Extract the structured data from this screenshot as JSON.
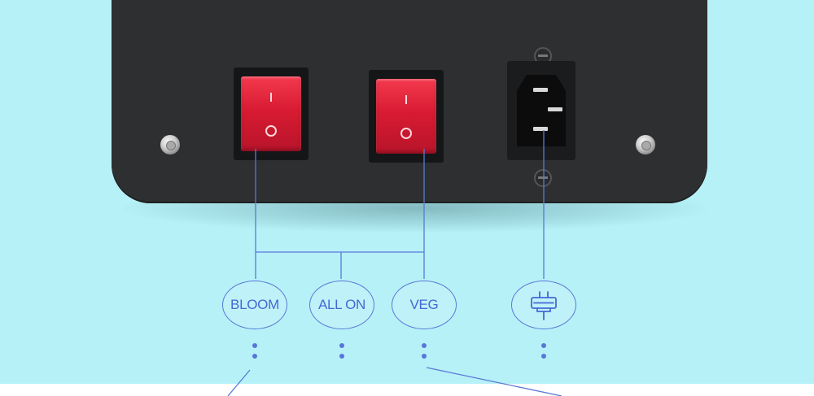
{
  "controls": {
    "switches": [
      {
        "top_symbol": "I",
        "bottom_symbol": "O"
      },
      {
        "top_symbol": "I",
        "bottom_symbol": "O"
      }
    ],
    "labels": [
      {
        "text": "BLOOM"
      },
      {
        "text": "ALL ON"
      },
      {
        "text": "VEG"
      }
    ],
    "power_icon": "power-plug-icon"
  },
  "colors": {
    "background": "#b6f1f8",
    "panel": "#2e2f31",
    "rocker": "#d81b32",
    "callout": "#5a79d6"
  }
}
